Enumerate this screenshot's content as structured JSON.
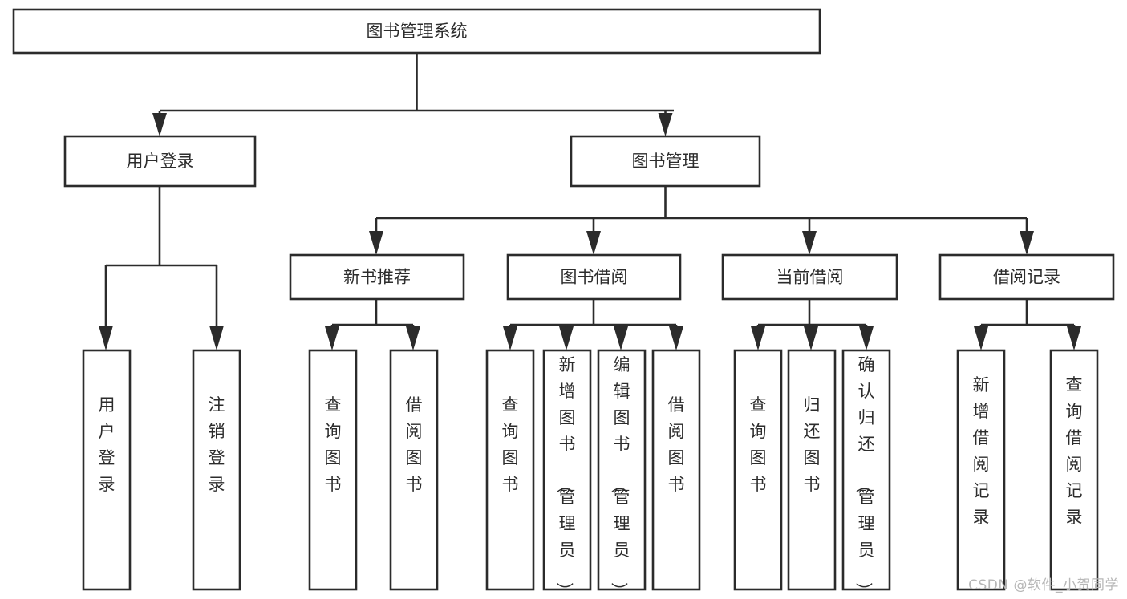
{
  "diagram": {
    "title": "图书管理系统",
    "type": "tree",
    "orientation": "top-down",
    "colors": {
      "background": "#ffffff",
      "node_fill": "#ffffff",
      "node_stroke": "#2b2b2b",
      "text": "#2c2c2c",
      "watermark": "#b7b7b7"
    },
    "watermark": "CSDN @软件_小贺同学",
    "nodes": {
      "root": {
        "label": "图书管理系统",
        "level": 0,
        "orientation": "horizontal"
      },
      "level1": [
        {
          "label": "用户登录",
          "orientation": "horizontal"
        },
        {
          "label": "图书管理",
          "orientation": "horizontal"
        }
      ],
      "level2": [
        {
          "label": "新书推荐",
          "orientation": "horizontal",
          "parent": "图书管理"
        },
        {
          "label": "图书借阅",
          "orientation": "horizontal",
          "parent": "图书管理"
        },
        {
          "label": "当前借阅",
          "orientation": "horizontal",
          "parent": "图书管理"
        },
        {
          "label": "借阅记录",
          "orientation": "horizontal",
          "parent": "图书管理"
        }
      ],
      "leaves": {
        "用户登录": [
          {
            "label": "用户登录",
            "orientation": "vertical"
          },
          {
            "label": "注销登录",
            "orientation": "vertical"
          }
        ],
        "新书推荐": [
          {
            "label": "查询图书",
            "orientation": "vertical"
          },
          {
            "label": "借阅图书",
            "orientation": "vertical"
          }
        ],
        "图书借阅": [
          {
            "label": "查询图书",
            "orientation": "vertical"
          },
          {
            "label": "新增图书（管理员）",
            "orientation": "vertical"
          },
          {
            "label": "编辑图书（管理员）",
            "orientation": "vertical"
          },
          {
            "label": "借阅图书",
            "orientation": "vertical"
          }
        ],
        "当前借阅": [
          {
            "label": "查询图书",
            "orientation": "vertical"
          },
          {
            "label": "归还图书",
            "orientation": "vertical"
          },
          {
            "label": "确认归还（管理员）",
            "orientation": "vertical"
          }
        ],
        "借阅记录": [
          {
            "label": "新增借阅记录",
            "orientation": "vertical"
          },
          {
            "label": "查询借阅记录",
            "orientation": "vertical"
          }
        ]
      }
    }
  }
}
